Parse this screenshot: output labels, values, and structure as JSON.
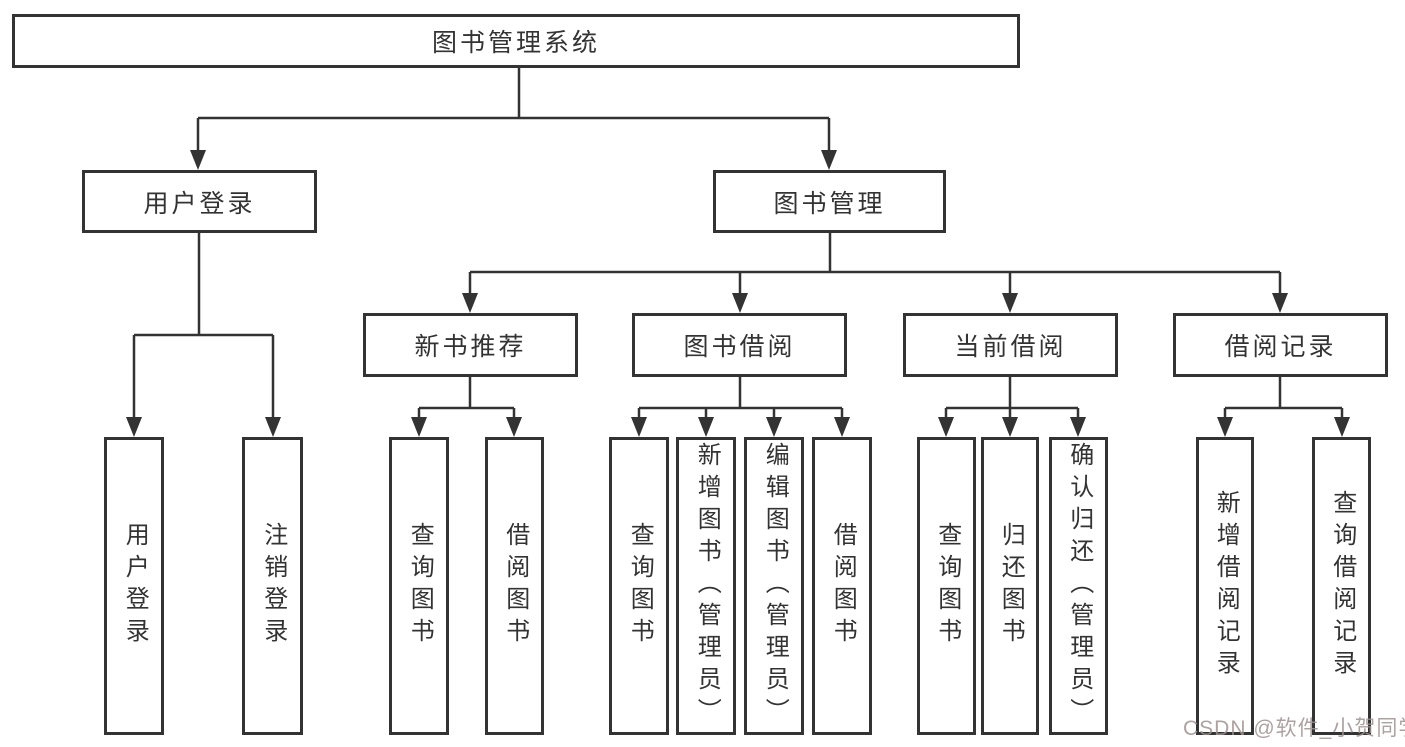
{
  "diagram": {
    "root": {
      "label": "图书管理系统"
    },
    "level2": [
      {
        "label": "用户登录"
      },
      {
        "label": "图书管理"
      }
    ],
    "level3": [
      {
        "label": "新书推荐",
        "parent": "图书管理"
      },
      {
        "label": "图书借阅",
        "parent": "图书管理"
      },
      {
        "label": "当前借阅",
        "parent": "图书管理"
      },
      {
        "label": "借阅记录",
        "parent": "图书管理"
      }
    ],
    "leaves": [
      {
        "label": "用户登录",
        "parent": "用户登录"
      },
      {
        "label": "注销登录",
        "parent": "用户登录"
      },
      {
        "label": "查询图书",
        "parent": "新书推荐"
      },
      {
        "label": "借阅图书",
        "parent": "新书推荐"
      },
      {
        "label": "查询图书",
        "parent": "图书借阅"
      },
      {
        "label": "新增图书（管理员）",
        "parent": "图书借阅"
      },
      {
        "label": "编辑图书（管理员）",
        "parent": "图书借阅"
      },
      {
        "label": "借阅图书",
        "parent": "图书借阅"
      },
      {
        "label": "查询图书",
        "parent": "当前借阅"
      },
      {
        "label": "归还图书",
        "parent": "当前借阅"
      },
      {
        "label": "确认归还（管理员）",
        "parent": "当前借阅"
      },
      {
        "label": "新增借阅记录",
        "parent": "借阅记录"
      },
      {
        "label": "查询借阅记录",
        "parent": "借阅记录"
      }
    ]
  },
  "watermark": "CSDN @软件_小贺同学",
  "colors": {
    "line": "#333333",
    "text": "#333333",
    "background": "#ffffff",
    "watermark": "#9e9292"
  }
}
